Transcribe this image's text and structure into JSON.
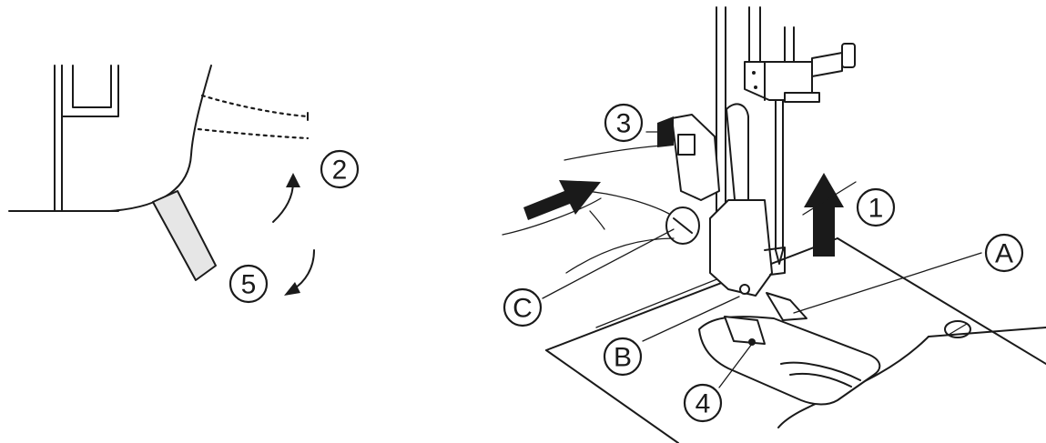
{
  "labels": {
    "step_1": "1",
    "step_2": "2",
    "step_3": "3",
    "step_4": "4",
    "step_5": "5",
    "part_a": "A",
    "part_b": "B",
    "part_c": "C"
  },
  "colors": {
    "line": "#1a1a1a",
    "lever_fill": "#e6e6e6",
    "background": "#ffffff"
  }
}
